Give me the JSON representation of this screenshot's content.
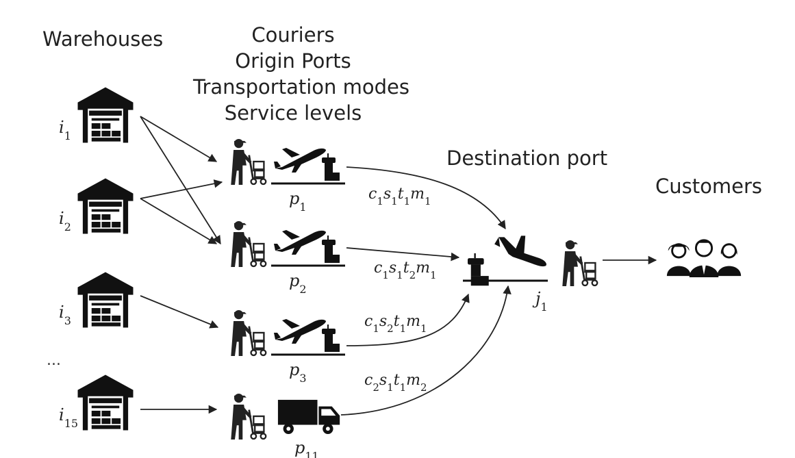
{
  "headers": {
    "warehouses": "Warehouses",
    "couriers_lines": [
      "Couriers",
      "Origin Ports",
      "Transportation modes",
      "Service levels"
    ],
    "destination": "Destination port",
    "customers": "Customers"
  },
  "warehouses": [
    {
      "id": "i1",
      "base": "i",
      "sub": "1"
    },
    {
      "id": "i2",
      "base": "i",
      "sub": "2"
    },
    {
      "id": "i3",
      "base": "i",
      "sub": "3"
    },
    {
      "id": "i15",
      "base": "i",
      "sub": "15"
    }
  ],
  "ellipsis": "...",
  "origin_ports": [
    {
      "id": "p1",
      "base": "p",
      "sub": "1",
      "mode": "plane"
    },
    {
      "id": "p2",
      "base": "p",
      "sub": "2",
      "mode": "plane"
    },
    {
      "id": "p3",
      "base": "p",
      "sub": "3",
      "mode": "plane"
    },
    {
      "id": "p11",
      "base": "p",
      "sub": "11",
      "mode": "truck"
    }
  ],
  "destination_port": {
    "id": "j1",
    "base": "j",
    "sub": "1"
  },
  "routes": [
    {
      "from": "p1",
      "label": [
        [
          "c",
          "1"
        ],
        [
          "s",
          "1"
        ],
        [
          "t",
          "1"
        ],
        [
          "m",
          "1"
        ]
      ]
    },
    {
      "from": "p2",
      "label": [
        [
          "c",
          "1"
        ],
        [
          "s",
          "1"
        ],
        [
          "t",
          "2"
        ],
        [
          "m",
          "1"
        ]
      ]
    },
    {
      "from": "p3",
      "label": [
        [
          "c",
          "1"
        ],
        [
          "s",
          "2"
        ],
        [
          "t",
          "1"
        ],
        [
          "m",
          "1"
        ]
      ]
    },
    {
      "from": "p11",
      "label": [
        [
          "c",
          "2"
        ],
        [
          "s",
          "1"
        ],
        [
          "t",
          "1"
        ],
        [
          "m",
          "2"
        ]
      ]
    }
  ],
  "icons": {
    "warehouse": "warehouse-icon",
    "courier": "courier-icon",
    "plane": "airplane-takeoff-icon",
    "tower": "control-tower-icon",
    "truck": "truck-icon",
    "landing": "airplane-landing-icon",
    "customers": "customers-group-icon"
  }
}
